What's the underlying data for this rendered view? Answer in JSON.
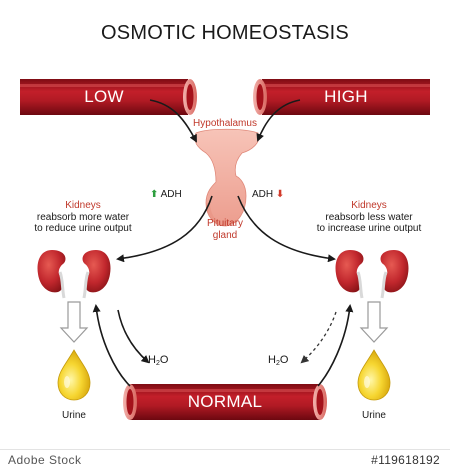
{
  "title": "OSMOTIC HOMEOSTASIS",
  "vessels": {
    "low": "LOW",
    "high": "HIGH",
    "normal": "NORMAL"
  },
  "brain": {
    "hypothalamus": "Hypothalamus",
    "pituitary_line1": "Pituitary",
    "pituitary_line2": "gland"
  },
  "adh": {
    "label": "ADH",
    "up_symbol": "⬆",
    "down_symbol": "⬇"
  },
  "left_kidneys": {
    "heading": "Kidneys",
    "line1": "reabsorb more water",
    "line2": "to reduce urine output",
    "urine": "Urine"
  },
  "right_kidneys": {
    "heading": "Kidneys",
    "line1": "reabsorb less water",
    "line2": "to increase urine output",
    "urine": "Urine"
  },
  "water": {
    "symbol": "H",
    "subscript": "2",
    "suffix": "O"
  },
  "footer": {
    "brand": "Adobe Stock",
    "image_id": "#119618192"
  },
  "colors": {
    "vessel_red": "#b11a24",
    "vessel_rim": "#e88a86",
    "gland_pink": "#f4b3a6",
    "urine_yellow": "#f0cc1a",
    "kidney_red": "#c1272d",
    "adh_up": "#2e9e3e",
    "adh_down": "#d23a2a"
  }
}
